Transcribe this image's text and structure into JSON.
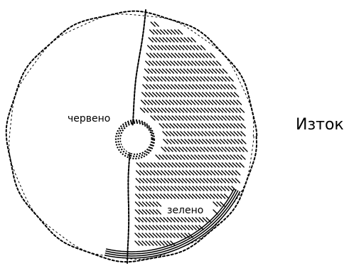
{
  "labels": {
    "red": "червено",
    "green": "зелено",
    "direction": "Изток"
  },
  "colors": {
    "ink": "#000000",
    "background": "#ffffff"
  }
}
